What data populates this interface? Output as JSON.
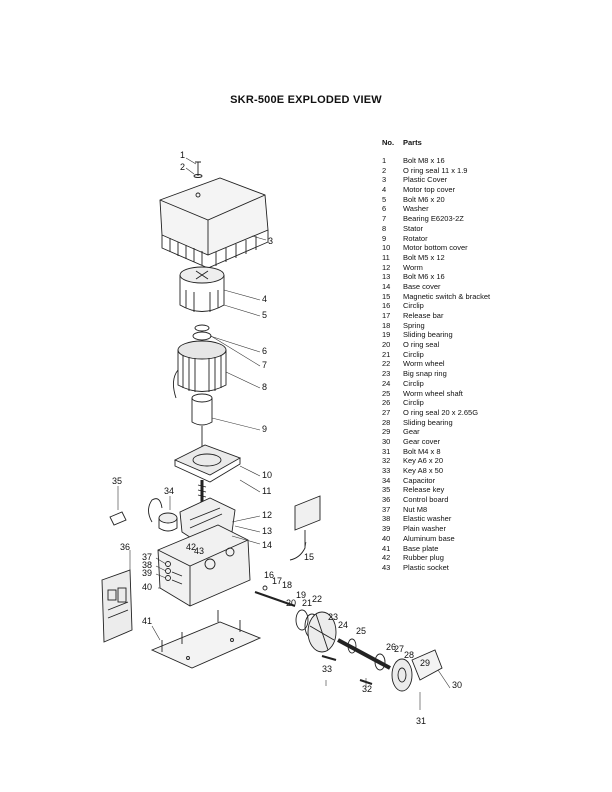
{
  "title": "SKR-500E EXPLODED VIEW",
  "parts_table": {
    "col_no": "No.",
    "col_parts": "Parts",
    "rows": [
      {
        "no": "1",
        "name": "Bolt M8 x 16"
      },
      {
        "no": "2",
        "name": "O ring seal 11 x 1.9"
      },
      {
        "no": "3",
        "name": "Plastic Cover"
      },
      {
        "no": "4",
        "name": "Motor top cover"
      },
      {
        "no": "5",
        "name": "Bolt M6 x 20"
      },
      {
        "no": "6",
        "name": "Washer"
      },
      {
        "no": "7",
        "name": "Bearing E6203-2Z"
      },
      {
        "no": "8",
        "name": "Stator"
      },
      {
        "no": "9",
        "name": "Rotator"
      },
      {
        "no": "10",
        "name": "Motor bottom cover"
      },
      {
        "no": "11",
        "name": "Bolt M5 x 12"
      },
      {
        "no": "12",
        "name": "Worm"
      },
      {
        "no": "13",
        "name": "Bolt M6 x 16"
      },
      {
        "no": "14",
        "name": "Base cover"
      },
      {
        "no": "15",
        "name": "Magnetic switch & bracket"
      },
      {
        "no": "16",
        "name": "Circlip"
      },
      {
        "no": "17",
        "name": "Release bar"
      },
      {
        "no": "18",
        "name": "Spring"
      },
      {
        "no": "19",
        "name": "Sliding bearing"
      },
      {
        "no": "20",
        "name": "O ring seal"
      },
      {
        "no": "21",
        "name": "Circlip"
      },
      {
        "no": "22",
        "name": "Worm wheel"
      },
      {
        "no": "23",
        "name": "Big snap ring"
      },
      {
        "no": "24",
        "name": "Circlip"
      },
      {
        "no": "25",
        "name": "Worm wheel shaft"
      },
      {
        "no": "26",
        "name": "Circlip"
      },
      {
        "no": "27",
        "name": "O ring seal 20 x 2.65G"
      },
      {
        "no": "28",
        "name": "Sliding bearing"
      },
      {
        "no": "29",
        "name": "Gear"
      },
      {
        "no": "30",
        "name": "Gear cover"
      },
      {
        "no": "31",
        "name": "Bolt M4 x 8"
      },
      {
        "no": "32",
        "name": "Key A6 x 20"
      },
      {
        "no": "33",
        "name": "Key A8 x 50"
      },
      {
        "no": "34",
        "name": "Capacitor"
      },
      {
        "no": "35",
        "name": "Release key"
      },
      {
        "no": "36",
        "name": "Control board"
      },
      {
        "no": "37",
        "name": "Nut M8"
      },
      {
        "no": "38",
        "name": "Elastic washer"
      },
      {
        "no": "39",
        "name": "Plain washer"
      },
      {
        "no": "40",
        "name": "Aluminum base"
      },
      {
        "no": "41",
        "name": "Base plate"
      },
      {
        "no": "42",
        "name": "Rubber plug"
      },
      {
        "no": "43",
        "name": "Plastic socket"
      }
    ]
  },
  "diagram_callouts": [
    "1",
    "2",
    "3",
    "4",
    "5",
    "6",
    "7",
    "8",
    "9",
    "10",
    "11",
    "12",
    "13",
    "14",
    "15",
    "16",
    "17",
    "18",
    "19",
    "20",
    "21",
    "22",
    "23",
    "24",
    "25",
    "26",
    "27",
    "28",
    "29",
    "30",
    "31",
    "32",
    "33",
    "34",
    "35",
    "36",
    "37",
    "38",
    "39",
    "40",
    "41",
    "42",
    "43"
  ]
}
